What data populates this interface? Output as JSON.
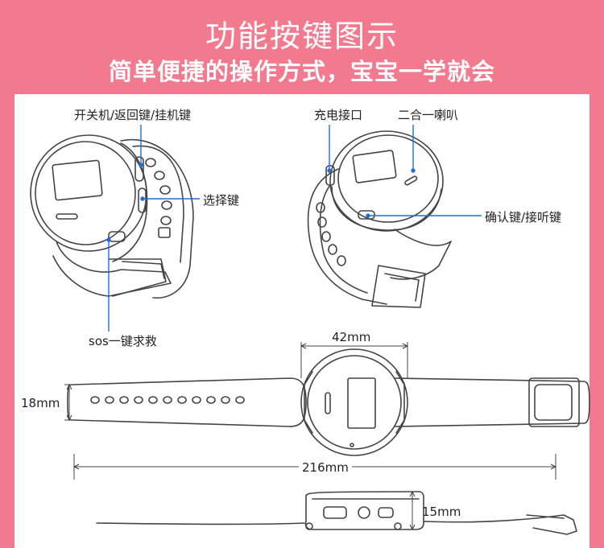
{
  "header": {
    "title": "功能按键图示",
    "subtitle": "简单便捷的操作方式，宝宝一学就会"
  },
  "callouts": {
    "power_back_hangup": "开关机/返回键/挂机键",
    "select": "选择键",
    "sos": "sos一键求救",
    "charge_port": "充电接口",
    "speaker": "二合一喇叭",
    "confirm_answer": "确认键/接听键"
  },
  "dimensions": {
    "face_width": "42mm",
    "band_width": "18mm",
    "total_length": "216mm",
    "thickness": "15mm"
  },
  "colors": {
    "background": "#f37a8e",
    "panel": "#ffffff",
    "leader_line": "#1e6fd9",
    "outline": "#444444"
  }
}
